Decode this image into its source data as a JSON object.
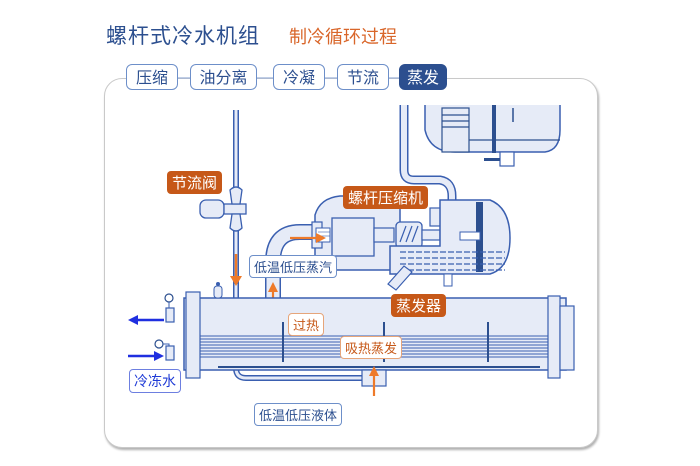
{
  "header": {
    "title": "螺杆式冷水机组",
    "subtitle": "制冷循环过程"
  },
  "tabs": [
    {
      "label": "压缩",
      "active": false
    },
    {
      "label": "油分离",
      "active": false
    },
    {
      "label": "冷凝",
      "active": false
    },
    {
      "label": "节流",
      "active": false
    },
    {
      "label": "蒸发",
      "active": true
    }
  ],
  "diagram": {
    "labels": {
      "throttle_valve": "节流阀",
      "screw_compressor": "螺杆压缩机",
      "low_temp_low_pressure_vapor": "低温低压蒸汽",
      "evaporator": "蒸发器",
      "superheat": "过热",
      "heat_absorption_evaporation": "吸热蒸发",
      "chilled_water": "冷冻水",
      "low_temp_low_pressure_liquid": "低温低压液体"
    },
    "colors": {
      "primary_blue": "#2c4f8f",
      "pipe_blue": "#3a5fb0",
      "fill_light": "#e6ebf7",
      "accent_orange": "#c65818",
      "arrow_orange": "#ee7a2a",
      "water_blue": "#1f2fe0"
    }
  }
}
